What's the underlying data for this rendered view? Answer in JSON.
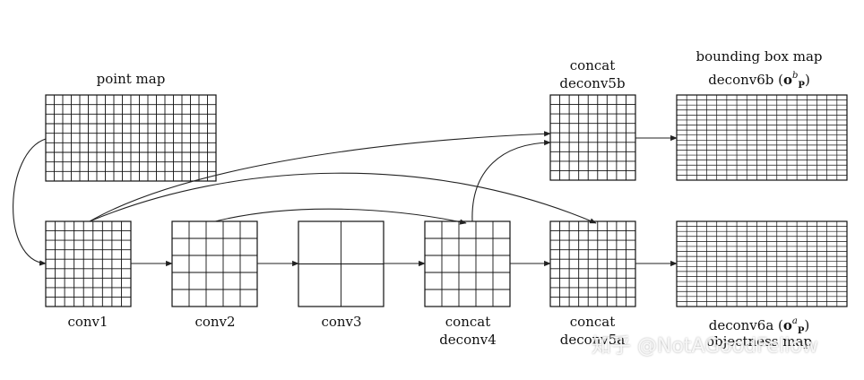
{
  "diagram": {
    "nodes": {
      "point_map": {
        "label": "point map",
        "grid": [
          9,
          20
        ]
      },
      "conv1": {
        "label": "conv1",
        "grid": [
          9,
          9
        ]
      },
      "conv2": {
        "label": "conv2",
        "grid": [
          5,
          5
        ]
      },
      "conv3": {
        "label": "conv3",
        "grid": [
          2,
          2
        ]
      },
      "deconv4": {
        "label_line1": "concat",
        "label_line2": "deconv4",
        "grid": [
          5,
          5
        ]
      },
      "deconv5a": {
        "label_line1": "concat",
        "label_line2": "deconv5a",
        "grid": [
          9,
          9
        ]
      },
      "deconv5b": {
        "label_line1": "concat",
        "label_line2": "deconv5b",
        "grid": [
          9,
          9
        ]
      },
      "deconv6a": {
        "label_prefix": "deconv6a (",
        "o": "o",
        "sub": "P",
        "sup": "a",
        "label_suffix": ")",
        "label_line2": "objectness map",
        "grid": [
          17,
          17
        ]
      },
      "deconv6b": {
        "label_line1": "bounding box map",
        "label_prefix": "deconv6b (",
        "o": "o",
        "sub": "P",
        "sup": "b",
        "label_suffix": ")",
        "grid": [
          17,
          17
        ]
      }
    },
    "edges": [
      [
        "point_map",
        "conv1"
      ],
      [
        "conv1",
        "conv2"
      ],
      [
        "conv2",
        "conv3"
      ],
      [
        "conv3",
        "deconv4"
      ],
      [
        "deconv4",
        "deconv5a"
      ],
      [
        "deconv5a",
        "deconv6a"
      ],
      [
        "deconv5b",
        "deconv6b"
      ],
      [
        "conv2",
        "deconv4"
      ],
      [
        "conv1",
        "deconv5a"
      ],
      [
        "conv1",
        "deconv5b"
      ],
      [
        "deconv4",
        "deconv5b"
      ]
    ]
  },
  "watermark": "知乎 @NotAGoodFellow"
}
